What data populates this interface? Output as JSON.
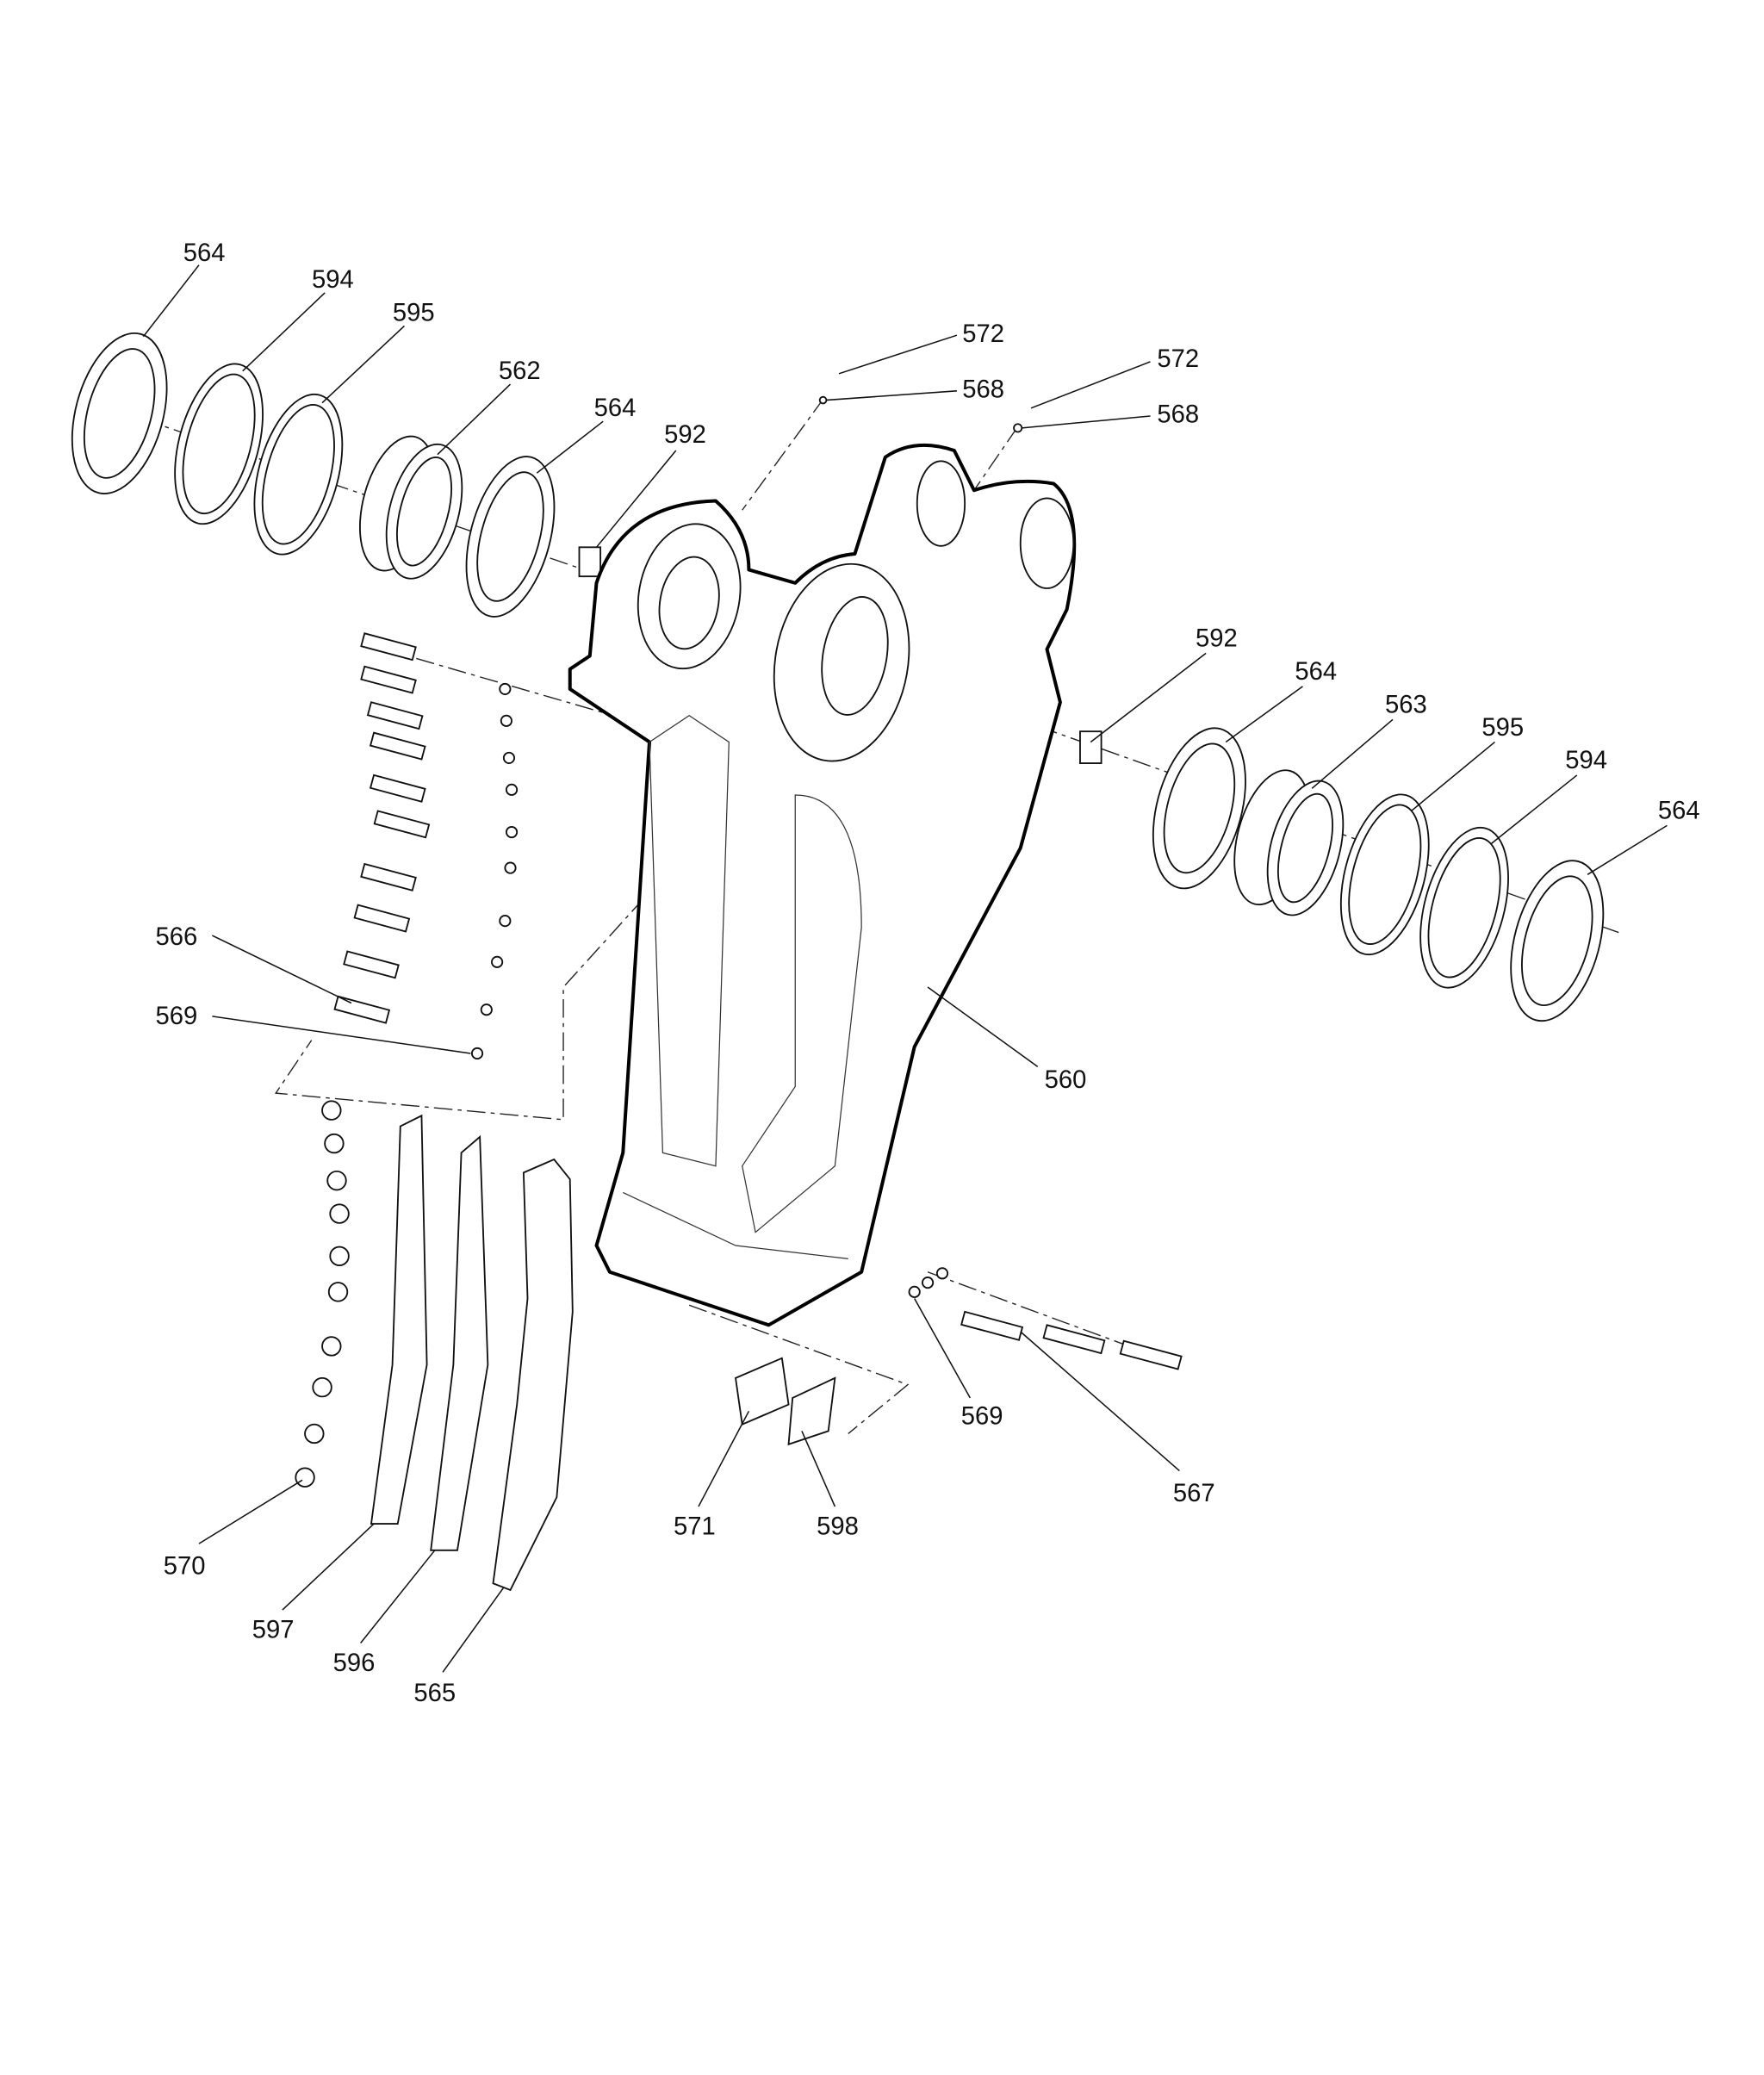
{
  "labels": [
    "564",
    "594",
    "595",
    "562",
    "564",
    "592",
    "572",
    "568",
    "572",
    "568",
    "592",
    "564",
    "563",
    "595",
    "594",
    "564",
    "566",
    "569",
    "560",
    "569",
    "567",
    "571",
    "598",
    "570",
    "597",
    "596",
    "565"
  ]
}
